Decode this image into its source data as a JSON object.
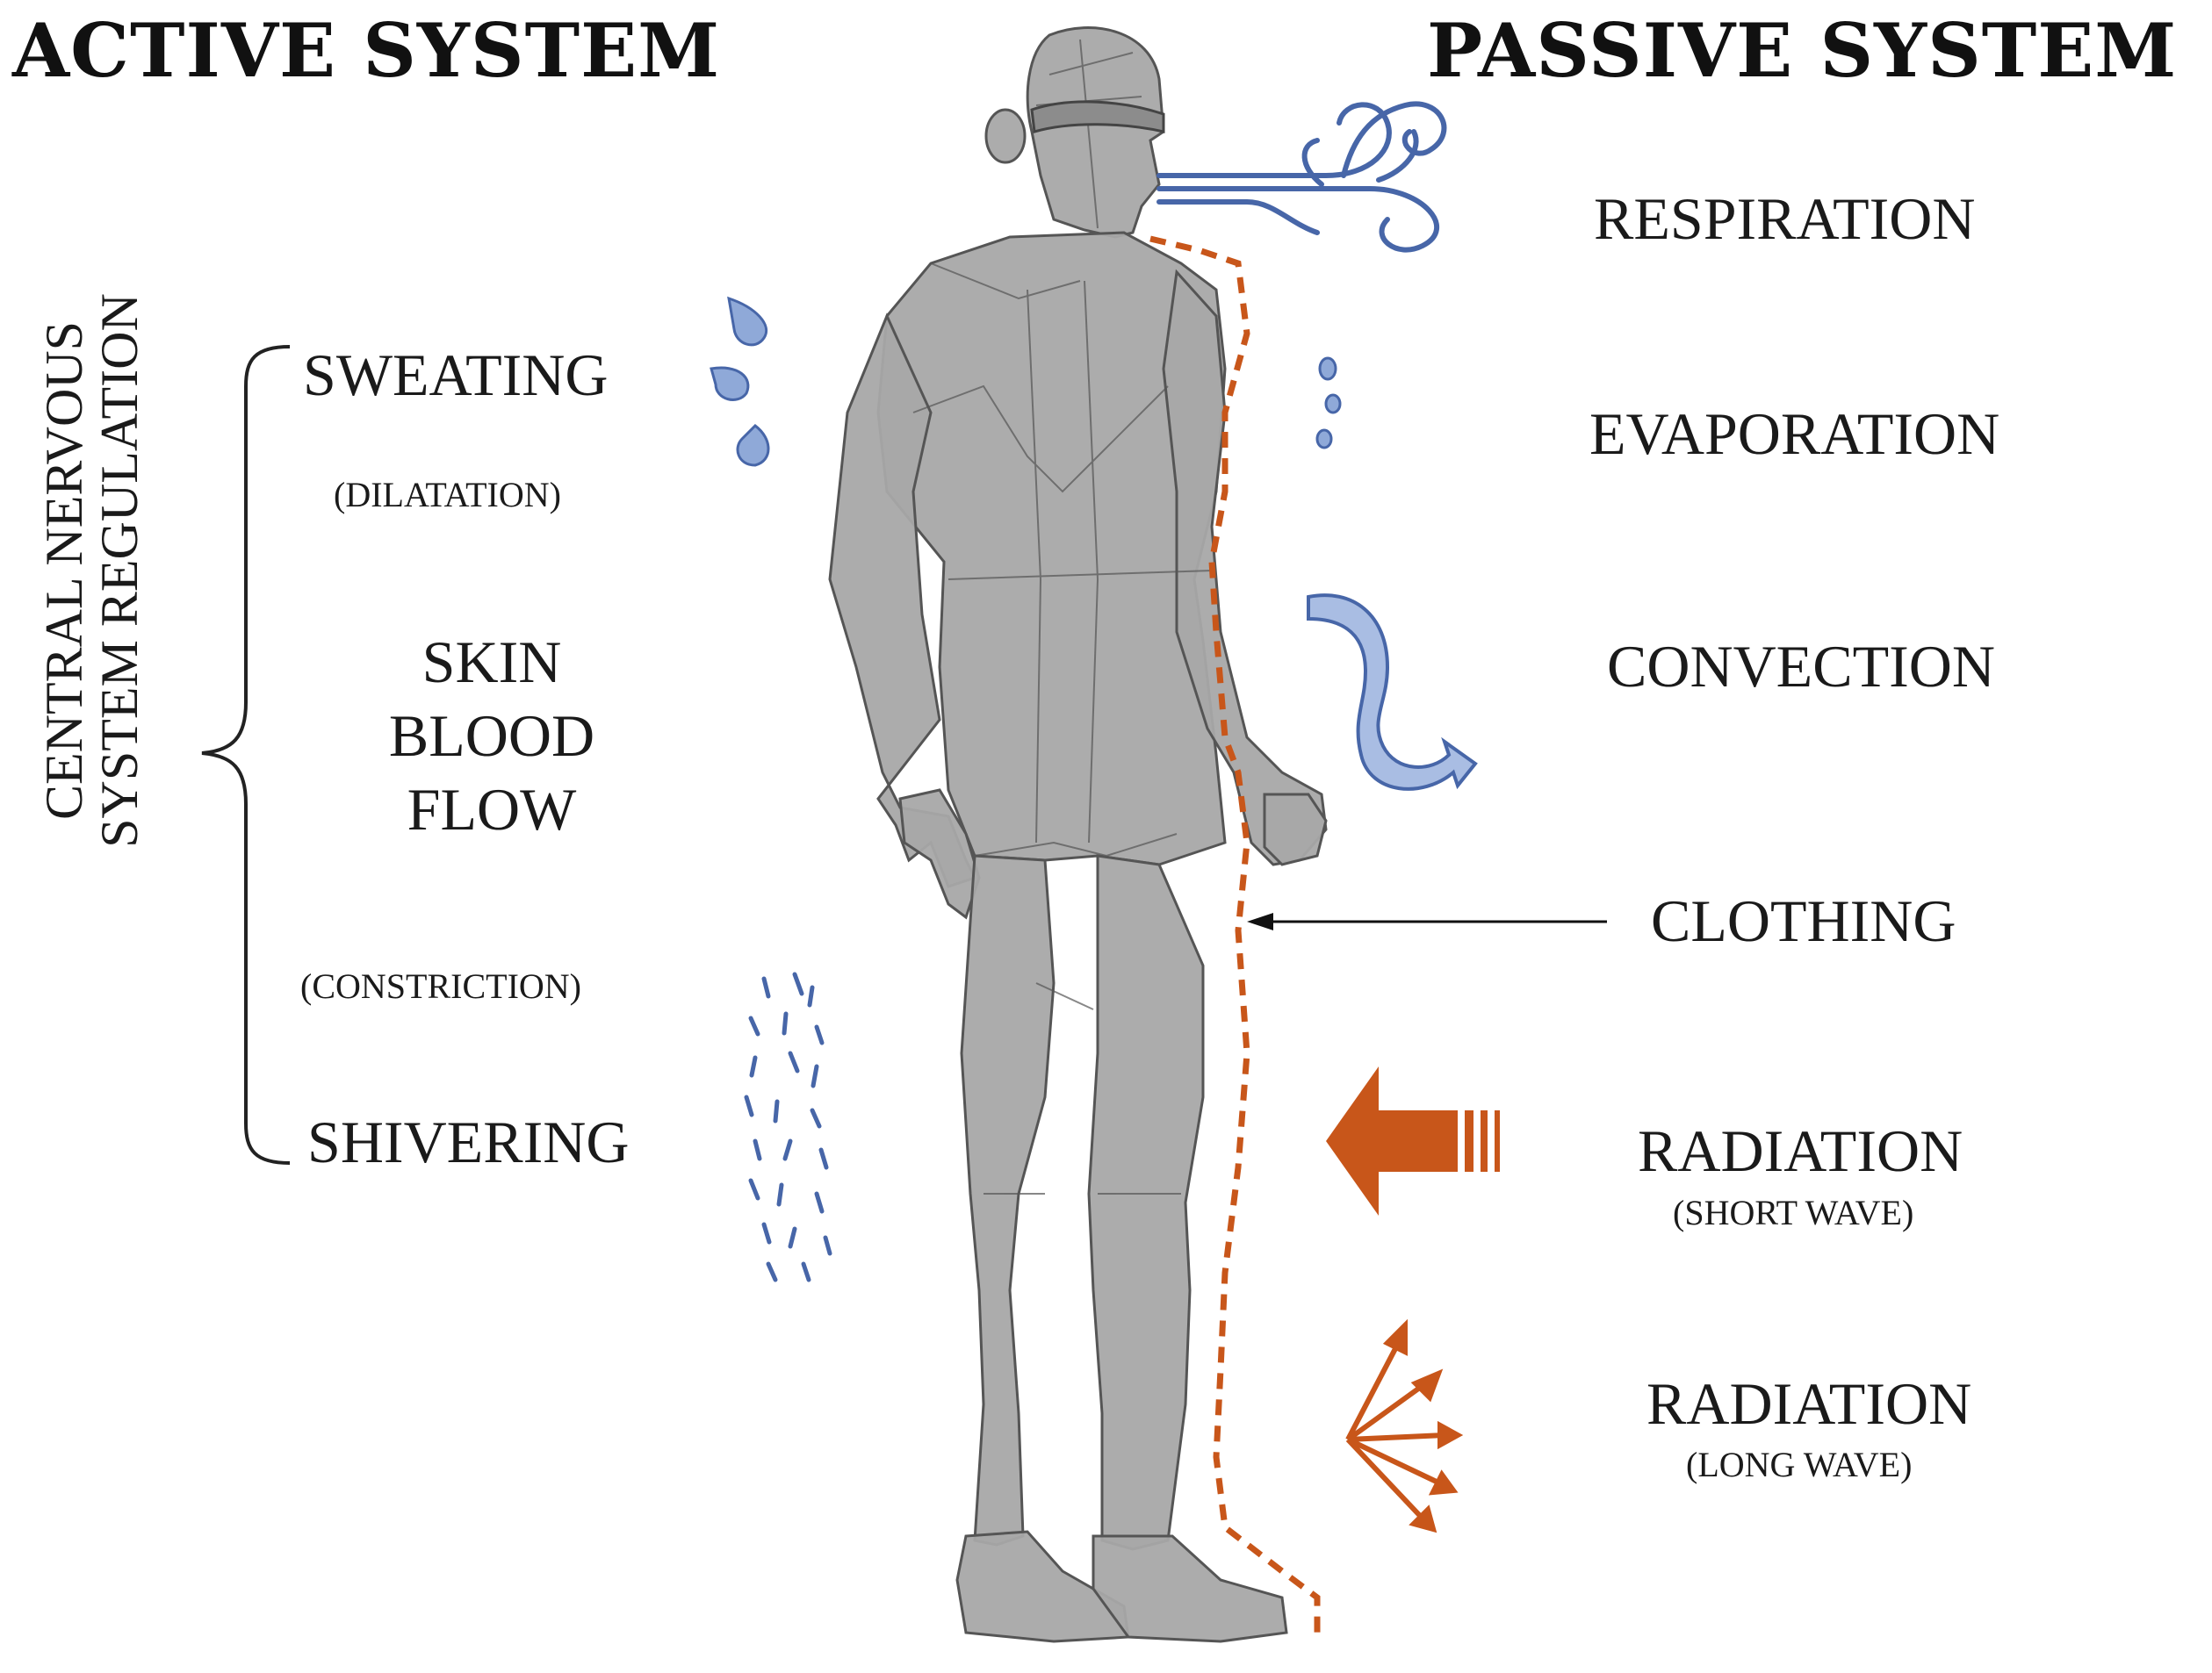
{
  "active_title": "ACTIVE SYSTEM",
  "passive_title": "PASSIVE SYSTEM",
  "cns_label": {
    "line1": "CENTRAL NERVOUS",
    "line2": "SYSTEM REGULATION"
  },
  "active_items": {
    "sweating": "SWEATING",
    "dilatation": "(DILATATION)",
    "skin_blood_flow": [
      "SKIN",
      "BLOOD",
      "FLOW"
    ],
    "constriction": "(CONSTRICTION)",
    "shivering": "SHIVERING"
  },
  "passive_items": {
    "respiration": "RESPIRATION",
    "evaporation": "EVAPORATION",
    "convection": "CONVECTION",
    "clothing": "CLOTHING",
    "radiation_short": "RADIATION",
    "short_wave": "(SHORT WAVE)",
    "radiation_long": "RADIATION",
    "long_wave": "(LONG WAVE)"
  },
  "colors": {
    "body": "#a7a7a7",
    "water": "#8fa9d8",
    "wind": "#4766a8",
    "radiation": "#c8561a",
    "clothing_line": "#c8561a"
  }
}
